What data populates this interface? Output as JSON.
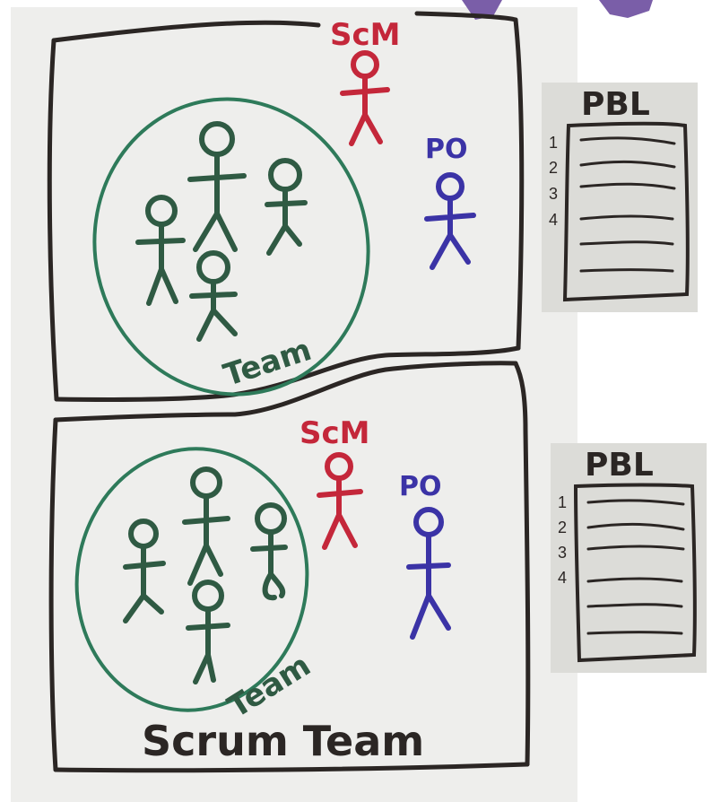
{
  "colors": {
    "ink": "#2b2624",
    "team": "#2e7a5a",
    "team_figure": "#2f5a43",
    "scm": "#c4273a",
    "po": "#3b33a6",
    "paper": "#eeeeec",
    "card": "#dcdcd8",
    "purple_shape": "#7a5ea8"
  },
  "top_box": {
    "scm_label": "ScM",
    "po_label": "PO",
    "team_label": "Team"
  },
  "bottom_box": {
    "scm_label": "ScM",
    "po_label": "PO",
    "team_label": "Team"
  },
  "caption": "Scrum Team",
  "backlogs": [
    {
      "title": "PBL",
      "numbers": [
        "1",
        "2",
        "3",
        "4"
      ]
    },
    {
      "title": "PBL",
      "numbers": [
        "1",
        "2",
        "3",
        "4"
      ]
    }
  ]
}
